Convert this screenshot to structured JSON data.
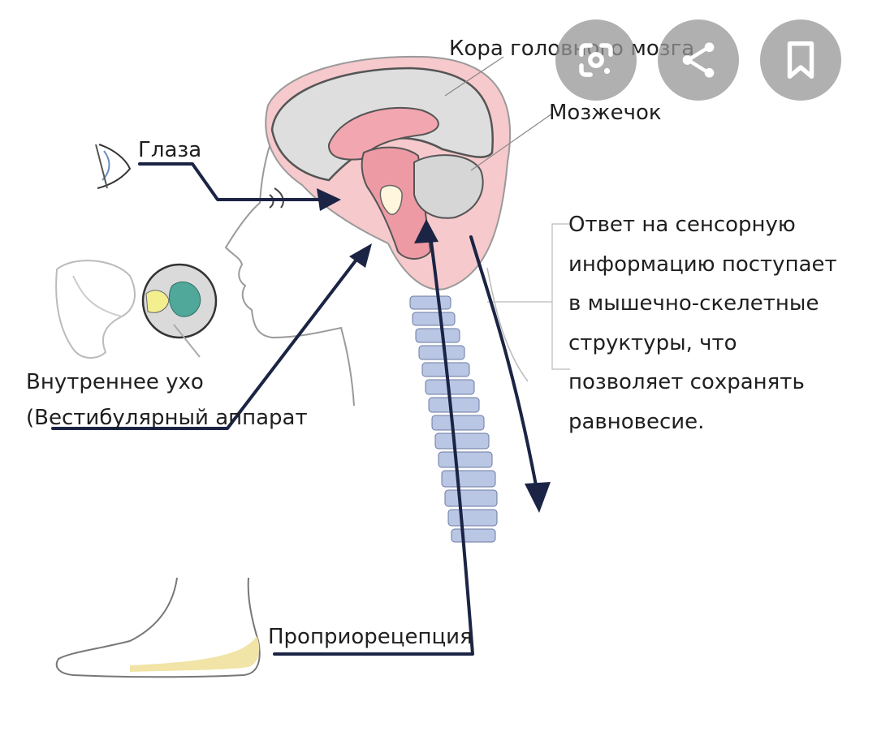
{
  "diagram": {
    "labels": {
      "cortex": "Кора головного мозга",
      "cerebellum": "Мозжечок",
      "eyes": "Глаза",
      "inner_ear_line1": "Внутреннее ухо",
      "inner_ear_line2": "(Вестибулярный аппарат",
      "proprioception": "Проприорецепция"
    },
    "response_text": [
      "Ответ на сенсорную",
      "информацию поступает",
      "в  мышечно-скелетные",
      "структуры,  что",
      "позволяет сохранять",
      "равновесие."
    ]
  },
  "actions": {
    "lens_icon": "lens-icon",
    "share_icon": "share-icon",
    "bookmark_icon": "bookmark-icon"
  },
  "colors": {
    "brain_pink": "#f6c9cc",
    "brain_gray": "#dedede",
    "arrow": "#1b2444",
    "spine": "#b9c6e4",
    "ear_yellow": "#f3ef8e",
    "ear_teal": "#4fa89a",
    "button_bg": "#969696"
  }
}
